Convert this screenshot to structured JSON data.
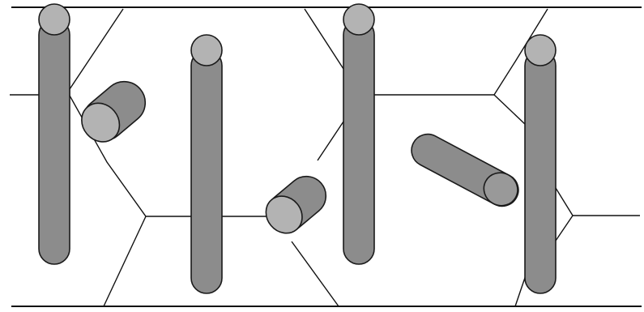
{
  "diagram": {
    "colors": {
      "background": "#ffffff",
      "line": "#111111",
      "rod_body": "#8c8c8c",
      "rod_cap": "#b3b3b3",
      "rod_outline": "#1a1a1a"
    },
    "elements": {
      "boundary_lines": 2,
      "grain_boundaries": 1,
      "vertical_rods": 4,
      "tilted_rods": 3
    }
  }
}
